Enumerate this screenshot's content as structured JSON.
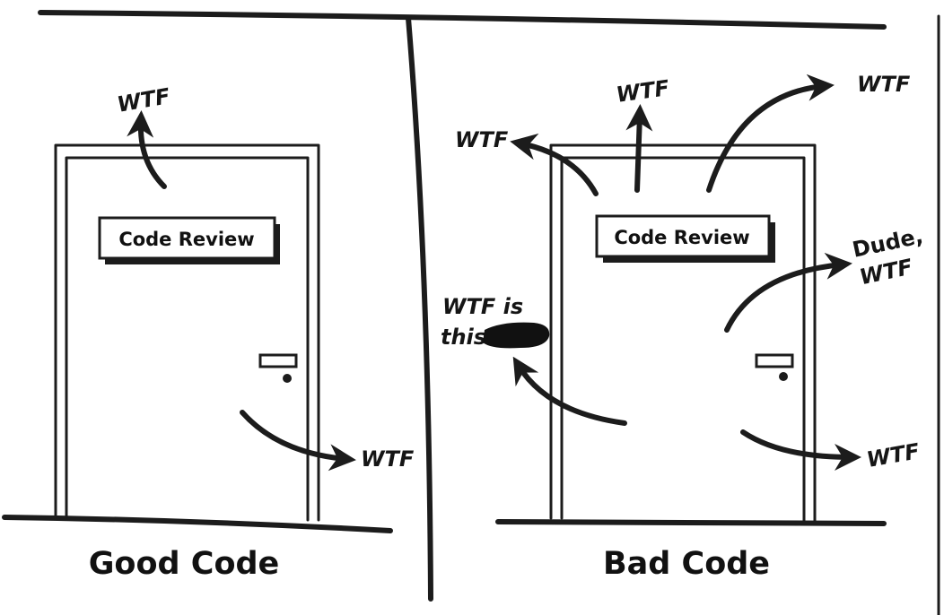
{
  "panels": {
    "left": {
      "sign": "Code Review",
      "caption": "Good Code",
      "exclamations": [
        "WTF",
        "WTF"
      ]
    },
    "right": {
      "sign": "Code Review",
      "caption": "Bad Code",
      "exclamations": [
        "WTF",
        "WTF",
        "WTF",
        "Dude,",
        "WTF",
        "WTF is",
        "this",
        "WTF"
      ]
    }
  },
  "colors": {
    "ink": "#1c1c1c",
    "paper": "#ffffff"
  }
}
